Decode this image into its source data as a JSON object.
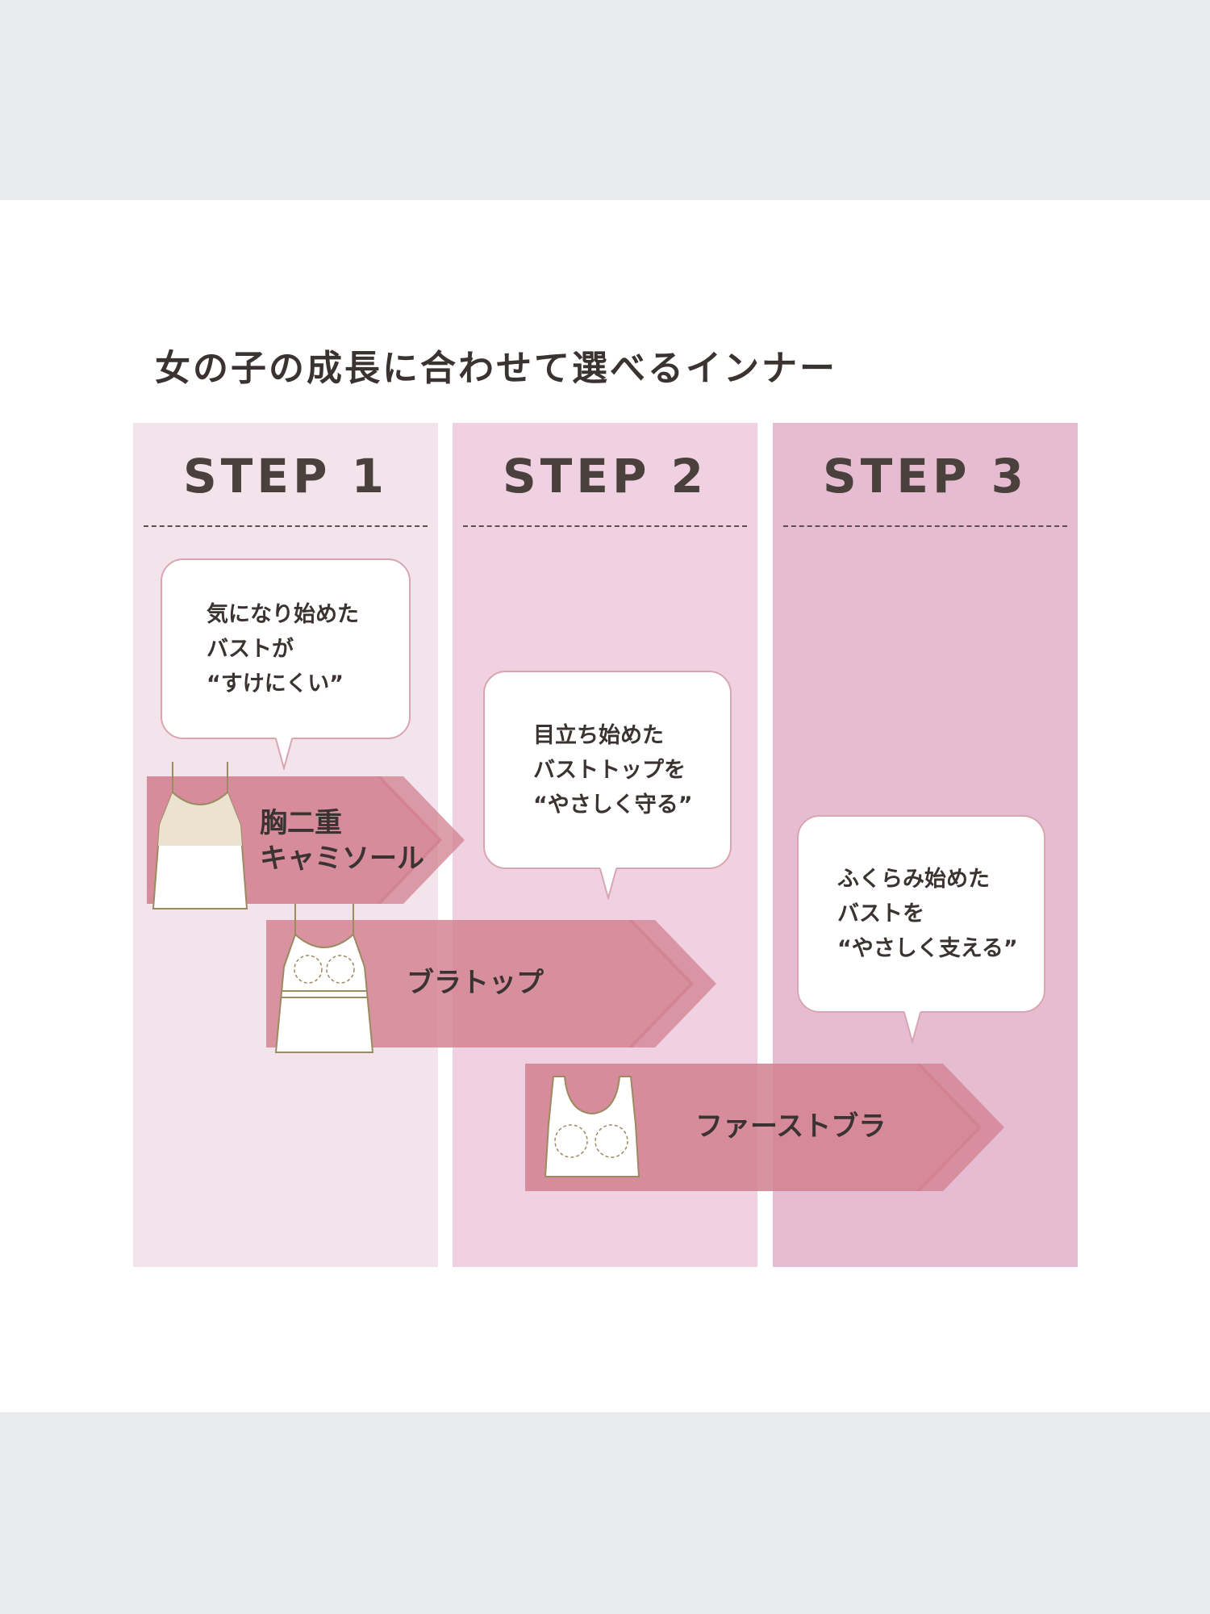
{
  "title": "女の子の成長に合わせて選べるインナー",
  "steps": [
    {
      "label": "STEP 1"
    },
    {
      "label": "STEP 2"
    },
    {
      "label": "STEP 3"
    }
  ],
  "bubbles": [
    {
      "lines": [
        "気になり始めた",
        "バストが",
        "“すけにくい”"
      ]
    },
    {
      "lines": [
        "目立ち始めた",
        "バストトップを",
        "“やさしく守る”"
      ]
    },
    {
      "lines": [
        "ふくらみ始めた",
        "バストを",
        "“やさしく支える”"
      ]
    }
  ],
  "products": [
    {
      "lines": [
        "胸二重",
        "キャミソール"
      ]
    },
    {
      "name": "ブラトップ"
    },
    {
      "name": "ファーストブラ"
    }
  ],
  "colors": {
    "step1_bg": "#f3e4ec",
    "step2_bg": "#efd1e1",
    "step3_bg": "#e6bcd2",
    "arrow": "#d2808f",
    "garment_outline": "#9c8a60",
    "bubble_border": "#d9a6b0"
  }
}
